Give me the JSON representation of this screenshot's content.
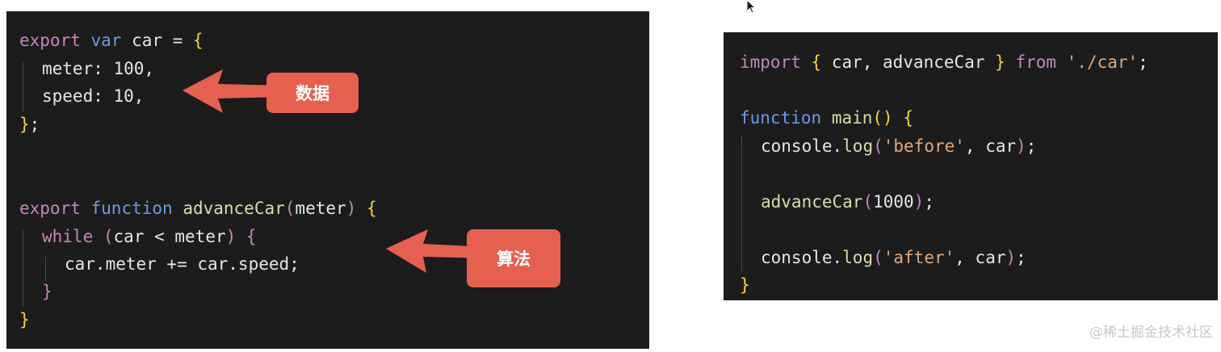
{
  "left_code": {
    "line1": {
      "t1": "export",
      "t2": "var",
      "t3": "car =",
      "t4": "{"
    },
    "line2": {
      "t1": "meter: 100,"
    },
    "line3": {
      "t1": "speed: 10,"
    },
    "line4": {
      "t1": "}",
      "t2": ";"
    },
    "line5": {
      "t1": "export",
      "t2": "function",
      "t3": "advanceCar",
      "t4": "(",
      "t5": "meter",
      "t6": ")",
      "t7": "{"
    },
    "line6": {
      "t1": "while",
      "t2": "(",
      "t3": "car < meter",
      "t4": ")",
      "t5": "{"
    },
    "line7": {
      "t1": "car.meter += car.speed;"
    },
    "line8": {
      "t1": "}"
    },
    "line9": {
      "t1": "}"
    }
  },
  "right_code": {
    "line1": {
      "t1": "import",
      "t2": "{",
      "t3": "car, advanceCar",
      "t4": "}",
      "t5": "from",
      "t6": "'./car'",
      "t7": ";"
    },
    "line2": {
      "t1": "function",
      "t2": "main",
      "t3": "()",
      "t4": "{"
    },
    "line3": {
      "t1": "console.",
      "t2": "log",
      "t3": "(",
      "t4": "'before'",
      "t5": ", car",
      "t6": ")",
      "t7": ";"
    },
    "line4": {
      "t1": "advanceCar",
      "t2": "(",
      "t3": "1000",
      "t4": ")",
      "t5": ";"
    },
    "line5": {
      "t1": "console.",
      "t2": "log",
      "t3": "(",
      "t4": "'after'",
      "t5": ", car",
      "t6": ")",
      "t7": ";"
    },
    "line6": {
      "t1": "}"
    }
  },
  "annotations": {
    "data_label": "数据",
    "algorithm_label": "算法"
  },
  "watermark": "@稀土掘金技术社区",
  "colors": {
    "panel_bg": "#1c1c1c",
    "badge": "#e5604f",
    "keyword": "#c586c0",
    "keyword_blue": "#6b9be8",
    "function": "#dcdcaa",
    "string": "#e3a87a",
    "brace": "#f5d442"
  }
}
